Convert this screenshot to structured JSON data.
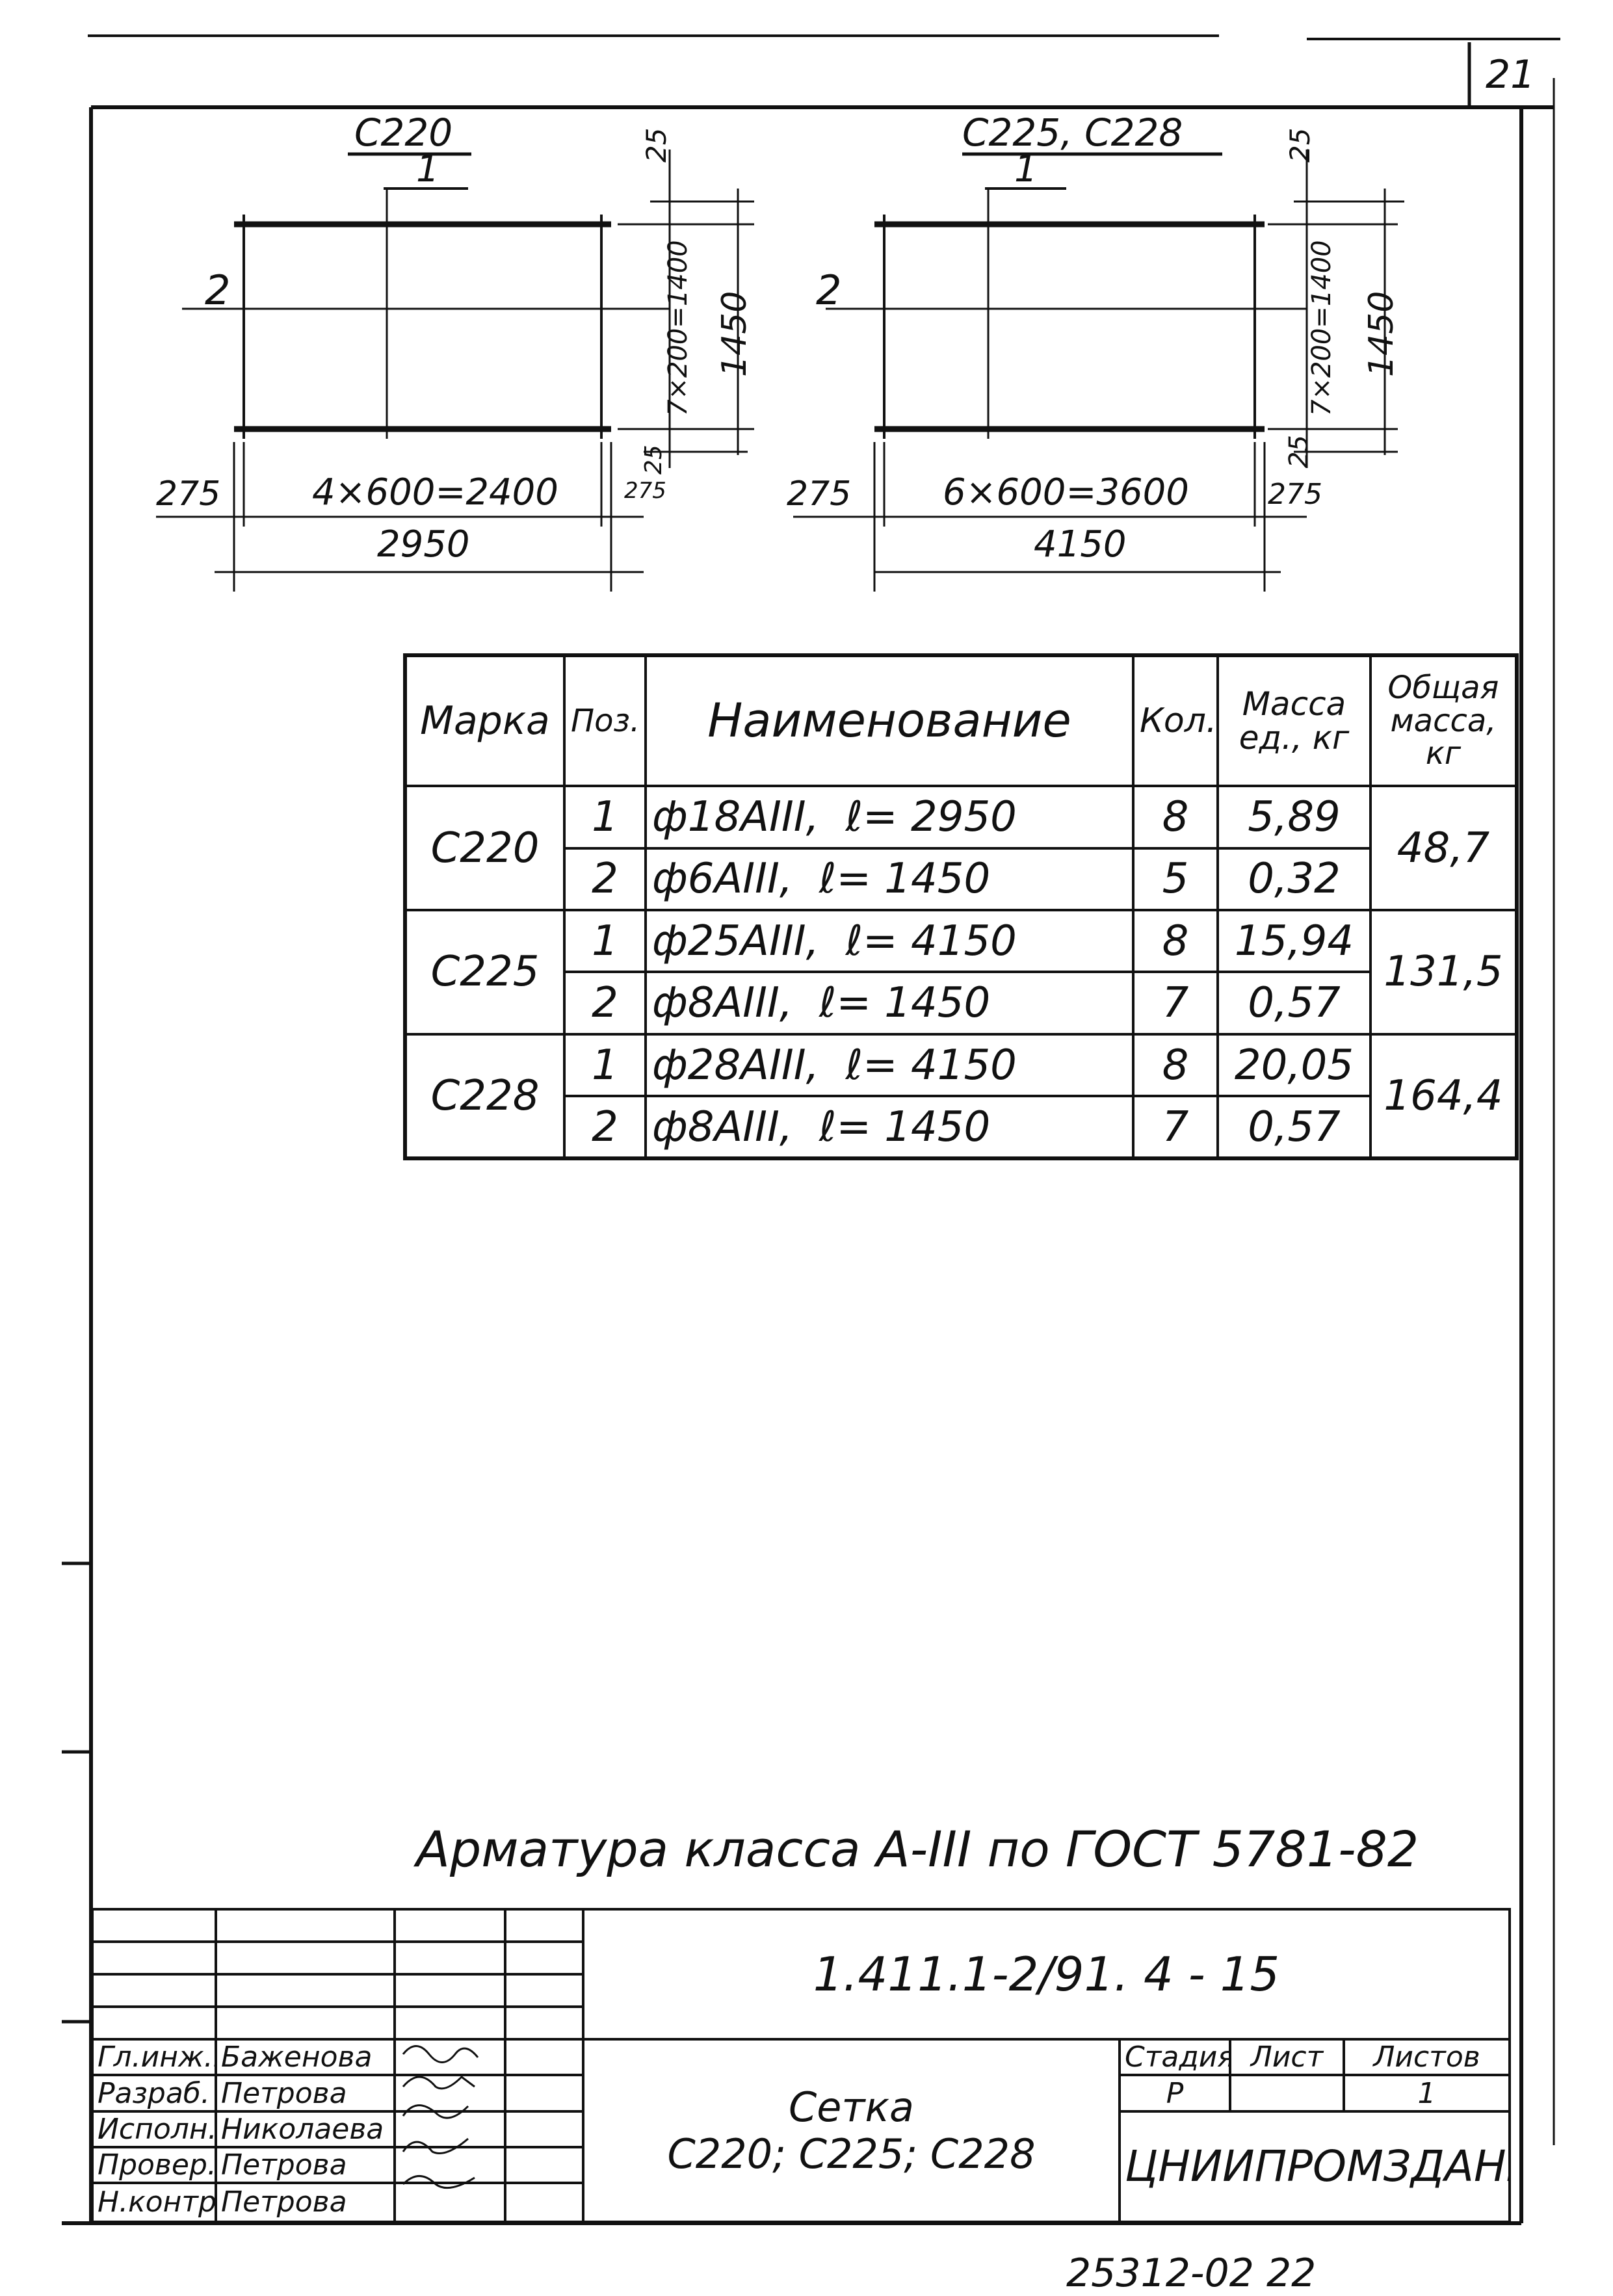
{
  "page": {
    "sheet_number": "21",
    "bottom_code": "25312-02 22"
  },
  "drawing_left": {
    "title": "С220",
    "pos1": "1",
    "pos2": "2",
    "dim_left": "275",
    "dim_middle": "4×600=2400",
    "dim_right": "275",
    "dim_total": "2950",
    "dim_top": "25",
    "dim_spacing": "7×200=1400",
    "dim_height": "1450",
    "dim_bottom": "25"
  },
  "drawing_right": {
    "title": "С225, С228",
    "pos1": "1",
    "pos2": "2",
    "dim_left": "275",
    "dim_middle": "6×600=3600",
    "dim_right": "275",
    "dim_total": "4150",
    "dim_top": "25",
    "dim_spacing": "7×200=1400",
    "dim_height": "1450",
    "dim_bottom": "25"
  },
  "spec_table": {
    "headers": {
      "mark": "Марка",
      "pos": "Поз.",
      "name": "Наименование",
      "qty": "Кол.",
      "unit_mass": "Масса ед., кг",
      "total_mass": "Общая масса, кг"
    },
    "rows": [
      {
        "mark": "С220",
        "total": "48,7",
        "items": [
          {
            "pos": "1",
            "name": "ф18АIII,",
            "length": "ℓ= 2950",
            "qty": "8",
            "mass": "5,89"
          },
          {
            "pos": "2",
            "name": "ф6АIII,",
            "length": "ℓ= 1450",
            "qty": "5",
            "mass": "0,32"
          }
        ]
      },
      {
        "mark": "С225",
        "total": "131,5",
        "items": [
          {
            "pos": "1",
            "name": "ф25АIII,",
            "length": "ℓ= 4150",
            "qty": "8",
            "mass": "15,94"
          },
          {
            "pos": "2",
            "name": "ф8АIII,",
            "length": "ℓ= 1450",
            "qty": "7",
            "mass": "0,57"
          }
        ]
      },
      {
        "mark": "С228",
        "total": "164,4",
        "items": [
          {
            "pos": "1",
            "name": "ф28АIII,",
            "length": "ℓ= 4150",
            "qty": "8",
            "mass": "20,05"
          },
          {
            "pos": "2",
            "name": "ф8АIII,",
            "length": "ℓ= 1450",
            "qty": "7",
            "mass": "0,57"
          }
        ]
      }
    ]
  },
  "note": "Арматура класса А-III по ГОСТ 5781-82",
  "title_block": {
    "doc_code": "1.411.1-2/91. 4 - 15",
    "name_line1": "Сетка",
    "name_line2": "С220; С225; С228",
    "stage_label": "Стадия",
    "sheet_label": "Лист",
    "sheets_label": "Листов",
    "stage_value": "Р",
    "sheet_value": "",
    "sheets_value": "1",
    "organization": "ЦНИИПРОМЗДАНИЙ",
    "people": [
      {
        "role": "Гл.инж.пр.",
        "name": "Баженова"
      },
      {
        "role": "Разраб.",
        "name": "Петрова"
      },
      {
        "role": "Исполн.",
        "name": "Николаева"
      },
      {
        "role": "Провер.",
        "name": "Петрова"
      },
      {
        "role": "Н.контр.",
        "name": "Петрова"
      }
    ]
  }
}
